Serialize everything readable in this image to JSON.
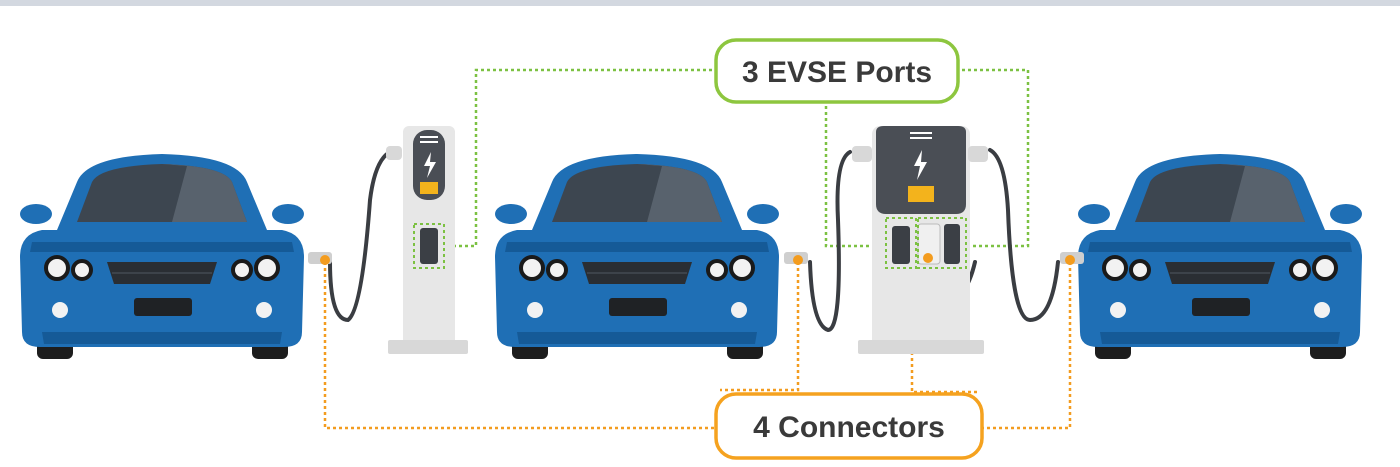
{
  "diagram": {
    "evse_callout": {
      "text": "3 EVSE Ports",
      "border_color": "#8dc63f",
      "line_color": "#7cc142"
    },
    "connector_callout": {
      "text": "4 Connectors",
      "border_color": "#f5a21f",
      "line_color": "#f39c1f"
    },
    "colors": {
      "car_body": "#1f6fb5",
      "car_body_dark": "#155a97",
      "car_glass": "#3d4650",
      "charger_body": "#e7e7e7",
      "charger_panel": "#4a4e55",
      "screen": "#f3b31c",
      "cable": "#3a3d42",
      "bolt": "#ffffff"
    },
    "objects": {
      "cars": [
        "car",
        "car",
        "car"
      ],
      "chargers": [
        "single-port-charger",
        "dual-port-charger"
      ]
    }
  }
}
